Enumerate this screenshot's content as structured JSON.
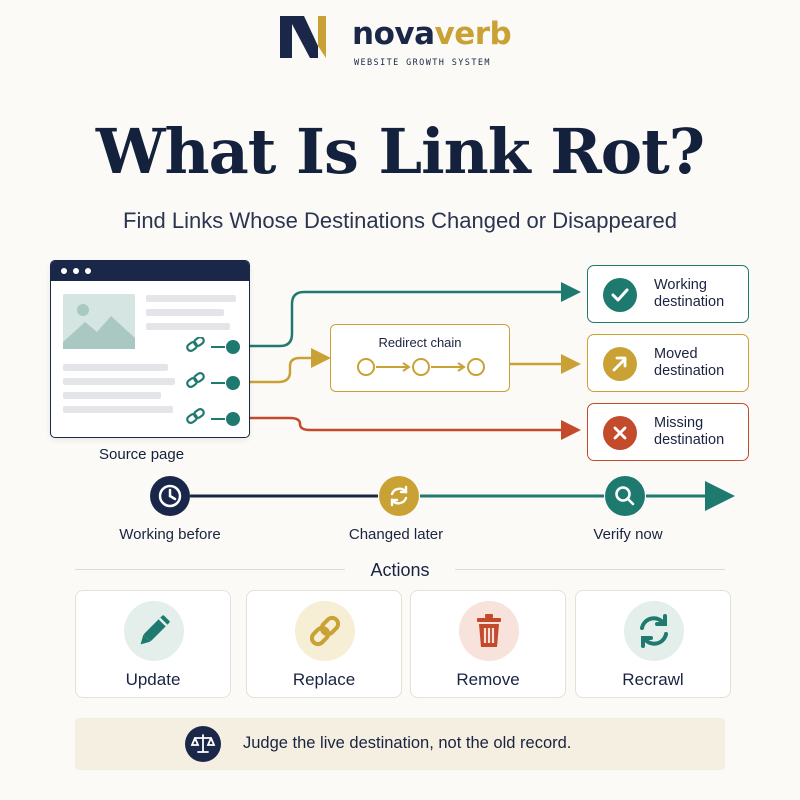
{
  "brand": {
    "name_part1": "nova",
    "name_part2": "verb",
    "tagline": "WEBSITE GROWTH SYSTEM",
    "colors": {
      "navy": "#1a2748",
      "gold": "#c9a135"
    }
  },
  "title": "What Is Link Rot?",
  "subtitle": "Find Links Whose Destinations Changed or Disappeared",
  "diagram": {
    "source_label": "Source page",
    "redirect_label": "Redirect chain",
    "destinations": [
      {
        "label_line1": "Working",
        "label_line2": "destination",
        "icon": "check-icon",
        "color": "#1e7a6f"
      },
      {
        "label_line1": "Moved",
        "label_line2": "destination",
        "icon": "arrow-up-right-icon",
        "color": "#c9a135"
      },
      {
        "label_line1": "Missing",
        "label_line2": "destination",
        "icon": "x-icon",
        "color": "#c44a2c"
      }
    ]
  },
  "timeline": [
    {
      "label": "Working before",
      "icon": "clock-icon",
      "color": "#1a2748"
    },
    {
      "label": "Changed later",
      "icon": "refresh-icon",
      "color": "#c9a135"
    },
    {
      "label": "Verify now",
      "icon": "search-icon",
      "color": "#1e7a6f"
    }
  ],
  "actions": {
    "title": "Actions",
    "items": [
      {
        "label": "Update",
        "icon": "pencil-icon",
        "color": "#1e7a6f"
      },
      {
        "label": "Replace",
        "icon": "link-icon",
        "color": "#c9a135"
      },
      {
        "label": "Remove",
        "icon": "trash-icon",
        "color": "#c44a2c"
      },
      {
        "label": "Recrawl",
        "icon": "recrawl-icon",
        "color": "#1e7a6f"
      }
    ]
  },
  "footer": {
    "text": "Judge the live destination, not the old record.",
    "icon": "scales-icon"
  }
}
